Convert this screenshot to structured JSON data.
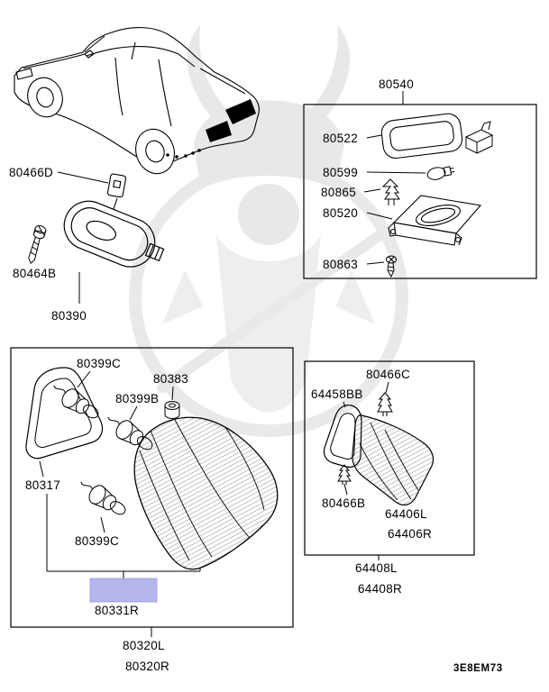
{
  "parts": {
    "side_marker_clip": "80466D",
    "side_marker_screw": "80464B",
    "side_marker_assembly": "80390",
    "license_assembly": "80540",
    "license_gasket": "80522",
    "license_bulb": "80599",
    "license_socket": "80865",
    "license_housing": "80520",
    "license_screw": "80863",
    "tail_socket_upper": "80399C",
    "tail_grommet": "80383",
    "tail_socket_middle": "80399B",
    "tail_gasket": "80317",
    "tail_socket_lower": "80399C",
    "tail_selected": "80331R",
    "tail_assembly_left": "80320L",
    "tail_assembly_right": "80320R",
    "inner_clip_upper": "80466C",
    "inner_gasket": "64458BB",
    "inner_clip_lower": "80466B",
    "inner_lens_left": "64406L",
    "inner_lens_right": "64406R",
    "inner_assembly_left": "64408L",
    "inner_assembly_right": "64408R"
  },
  "footer": {
    "diagram_code": "3E8EM73"
  },
  "colors": {
    "highlight": "#b5b5ee",
    "line": "#000000",
    "watermark": "#e8e8e8"
  }
}
